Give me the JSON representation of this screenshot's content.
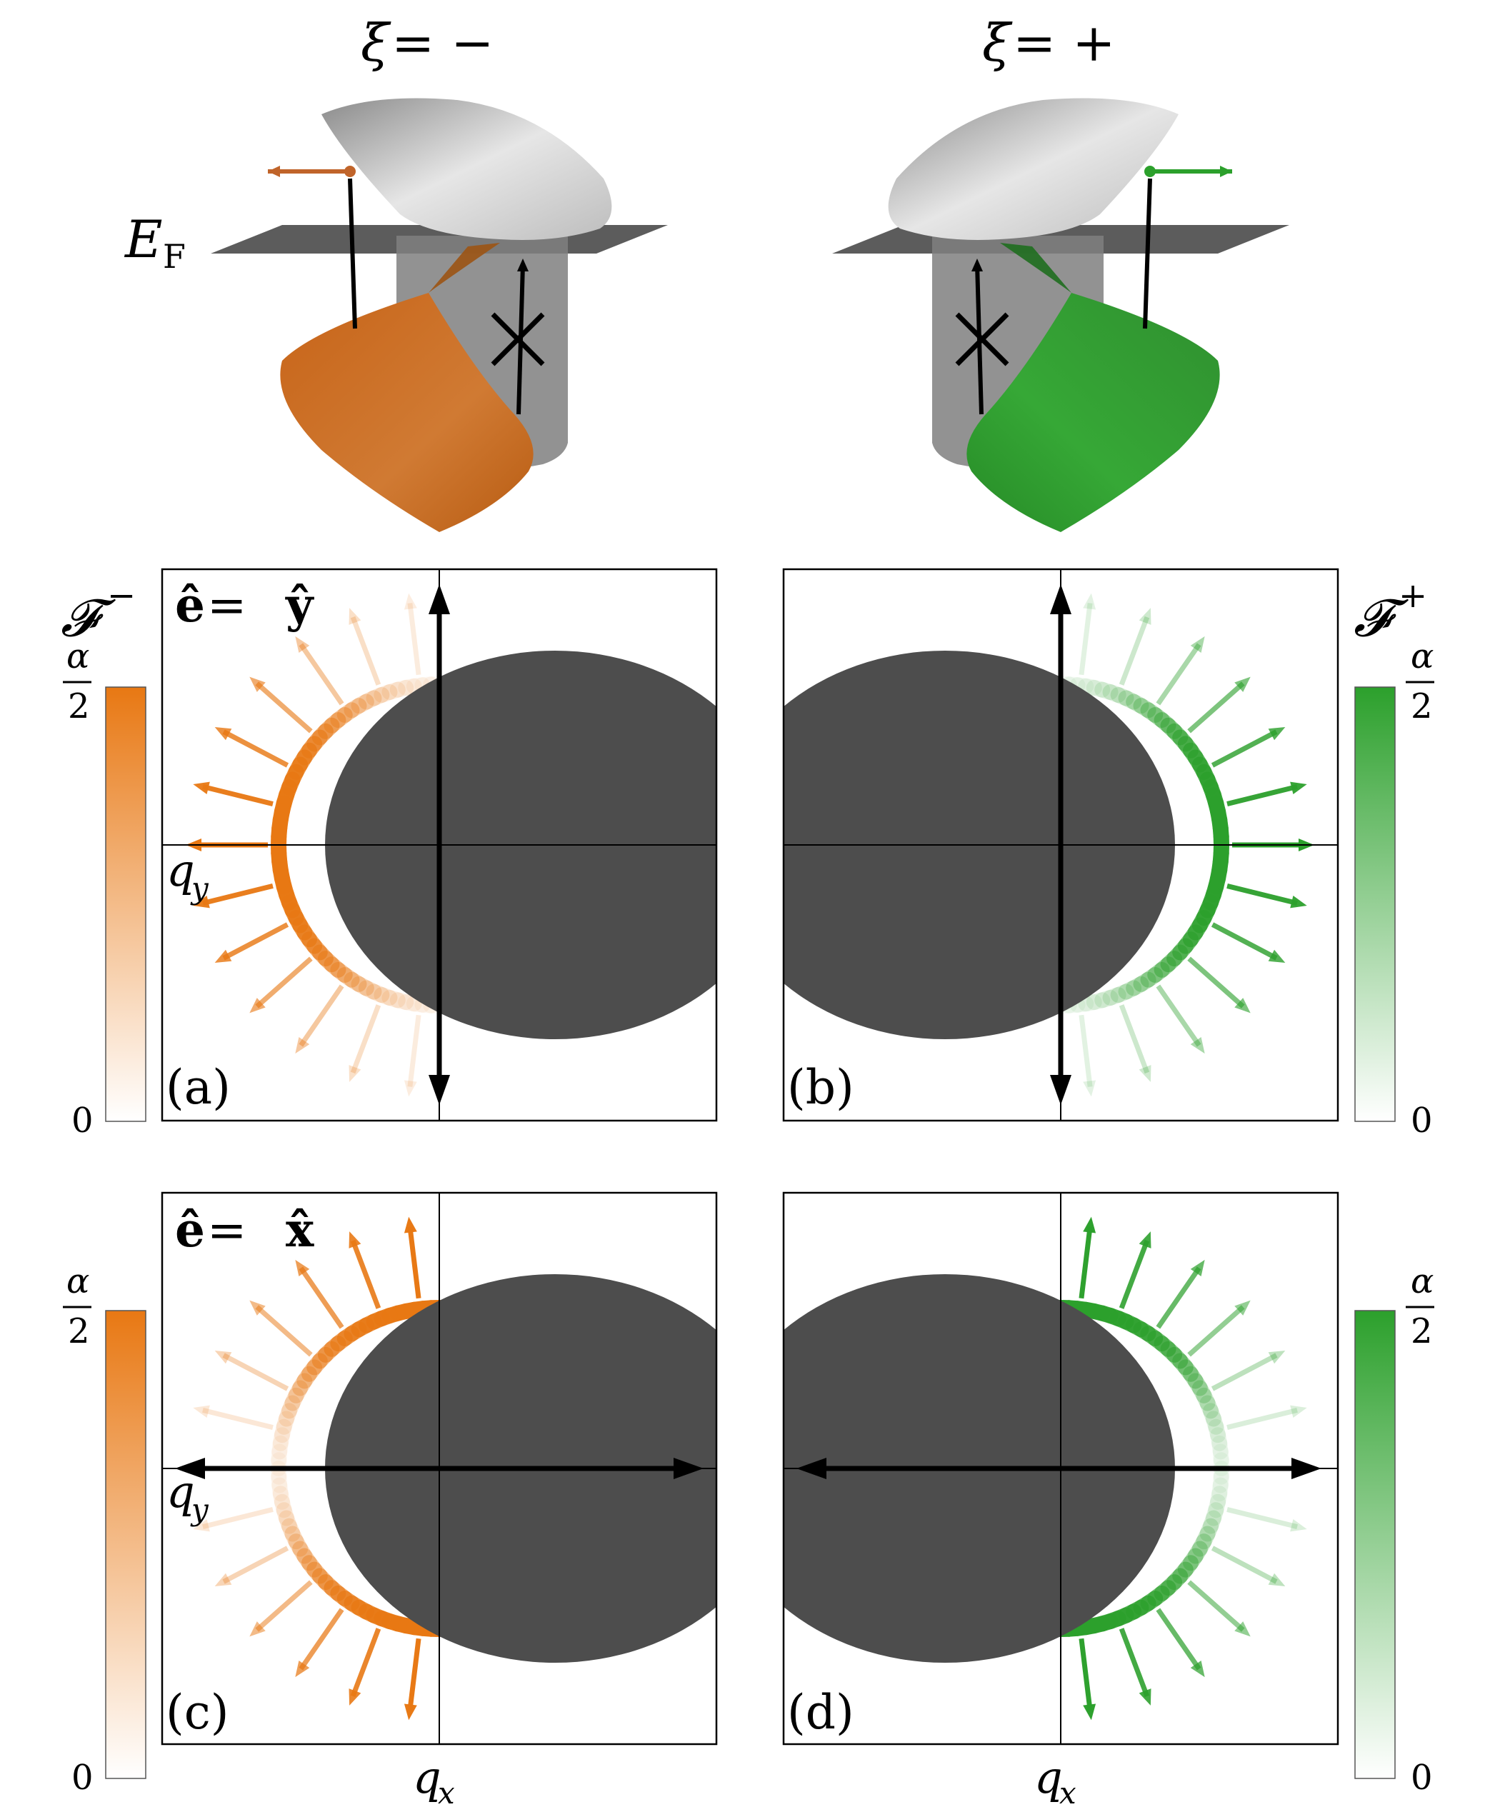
{
  "top": {
    "left_title_sym": "ξ",
    "left_title_rest": " = −",
    "right_title_sym": "ξ",
    "right_title_rest": " = +",
    "fermi_label": "E",
    "fermi_sub": "F"
  },
  "colorbars": {
    "minus": {
      "symbol": "𝓕",
      "sup": "−",
      "top_num": "α",
      "top_den": "2",
      "bottom": "0"
    },
    "plus": {
      "symbol": "𝓕",
      "sup": "+",
      "top_num": "α",
      "top_den": "2",
      "bottom": "0"
    },
    "c": {
      "top_num": "α",
      "top_den": "2",
      "bottom": "0"
    },
    "d": {
      "top_num": "α",
      "top_den": "2",
      "bottom": "0"
    }
  },
  "panels": {
    "a": {
      "tag": "(a)",
      "pol_e": "ê",
      "pol_eq": " = ",
      "pol_dir": "ŷ",
      "axis_q": "q",
      "axis_sub": "y"
    },
    "b": {
      "tag": "(b)"
    },
    "c": {
      "tag": "(c)",
      "pol_e": "ê",
      "pol_eq": " = ",
      "pol_dir": "x̂",
      "axis_q": "q",
      "axis_sub": "y"
    },
    "d": {
      "tag": "(d)"
    }
  },
  "xlabels": {
    "left_q": "q",
    "left_sub": "x",
    "right_q": "q",
    "right_sub": "x"
  },
  "colors": {
    "orange": "#e87813",
    "green": "#2ca02c",
    "disk": "#4d4d4d",
    "sheet": "#4a4a4a",
    "cone_top": "#d4d4d4"
  }
}
